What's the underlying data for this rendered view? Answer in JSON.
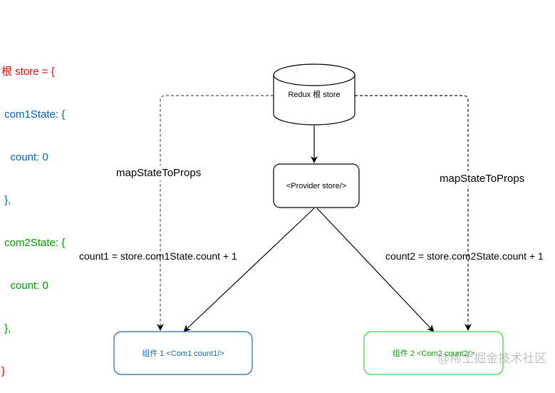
{
  "code_block": {
    "lines": [
      {
        "text": "根 store = {",
        "color": "#ff0000"
      },
      {
        "text": " com1State: {",
        "color": "#0060c0"
      },
      {
        "text": "   count: 0",
        "color": "#0060c0"
      },
      {
        "text": " },",
        "color": "#0060c0"
      },
      {
        "text": " com2State: {",
        "color": "#009900"
      },
      {
        "text": "   count: 0",
        "color": "#009900"
      },
      {
        "text": " },",
        "color": "#009900"
      },
      {
        "text": "}",
        "color": "#ff0000"
      }
    ]
  },
  "nodes": {
    "store": {
      "label": "Redux 根 store",
      "shape": "cylinder",
      "stroke": "#000000"
    },
    "provider": {
      "label": "<Provider store/>",
      "shape": "rounded-rect",
      "stroke": "#000000"
    },
    "com1": {
      "label": "组件 1 <Com1 count1/>",
      "shape": "rounded-rect",
      "stroke": "#1a6bb5",
      "text_color": "#1a6bb5"
    },
    "com2": {
      "label": "组件 2 <Com2 count2/>",
      "shape": "rounded-rect",
      "stroke": "#33dd33",
      "text_color": "#1a9a1a"
    }
  },
  "edges": [
    {
      "from": "store",
      "to": "provider",
      "style": "solid"
    },
    {
      "from": "provider",
      "to": "com1",
      "style": "solid"
    },
    {
      "from": "provider",
      "to": "com2",
      "style": "solid"
    },
    {
      "from": "store",
      "to": "com1",
      "style": "dashed",
      "label": "mapStateToProps"
    },
    {
      "from": "store",
      "to": "com2",
      "style": "dashed",
      "label": "mapStateToProps"
    }
  ],
  "labels": {
    "map_left": "mapStateToProps",
    "map_right": "mapStateToProps",
    "expr_left": "count1 = store.com1State.count + 1",
    "expr_right": "count2 = store.com2State.count + 1"
  },
  "watermark": "@稀土掘金技术社区"
}
